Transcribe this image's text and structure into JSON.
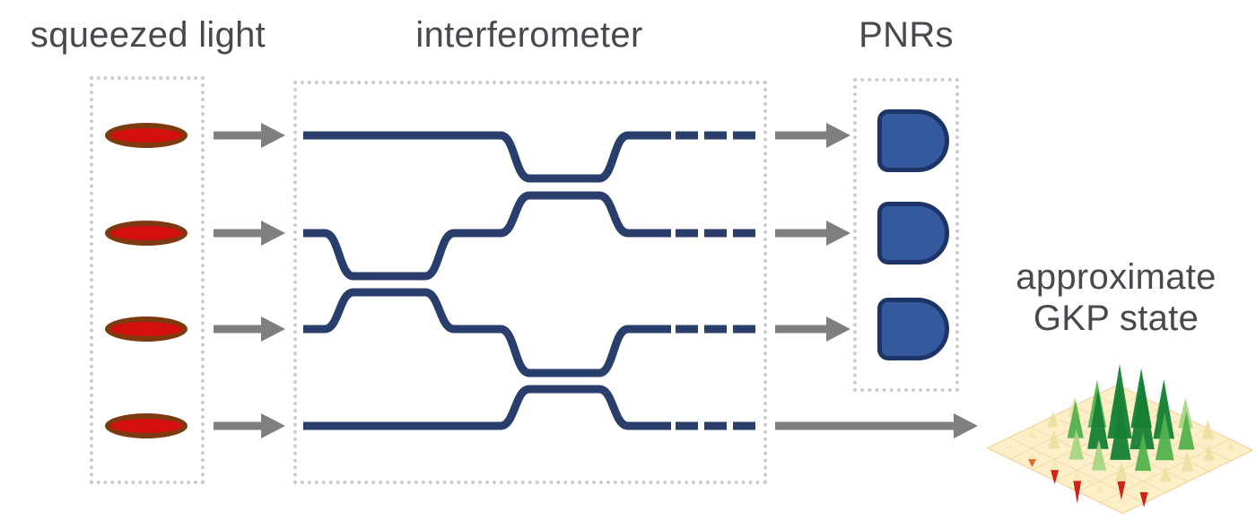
{
  "labels": {
    "squeezed_light": "squeezed light",
    "interferometer": "interferometer",
    "pnrs": "PNRs",
    "gkp_line1": "approximate",
    "gkp_line2": "GKP state"
  },
  "colors": {
    "background": "#ffffff",
    "text": "#48484f",
    "box_border": "#cbcbcb",
    "waveguide": "#2a3e6b",
    "arrow": "#7f7f82",
    "squeezer_fill": "#d40f0f",
    "squeezer_ring": "#7d3a11",
    "detector_fill": "#35599d",
    "detector_border": "#1d3566"
  },
  "structure": {
    "num_squeezed_sources": 4,
    "num_interferometer_modes": 4,
    "num_beamsplitter_couplers": 3,
    "num_pnr_detectors": 3,
    "num_arrows_into_interferometer": 4,
    "num_arrows_to_pnrs": 3,
    "num_arrows_to_output_state": 1
  },
  "gkp_plot": {
    "description": "3D Wigner-function surface of an approximate GKP state: lattice of sharp peaks on a pale-yellow mesh sheet, tall green peaks near the center, small cream peaks outward, red negative spikes hanging below the front of the sheet",
    "sheet_fill": "#fdf0c8",
    "mesh_line": "#f2cd92",
    "peak_colors": {
      "tall": "#157f35",
      "high": "#53b14e",
      "mid": "#a6d584",
      "low": "#ecdfa2",
      "flat": "#f8e7b4"
    },
    "negative_color": "#cf2218",
    "negative_color_small": "#e0662c",
    "grid_coords": [
      -2.5,
      -1.5,
      -0.5,
      0.5,
      1.5,
      2.5
    ],
    "peak_height_max": 88,
    "gaussian_sigma2": 4.5,
    "gaussian_center": {
      "u": 0,
      "v": 0.5
    },
    "negative_spikes": [
      {
        "u": -1.5,
        "v": -2.5,
        "depth": 9
      },
      {
        "u": -0.5,
        "v": -2.5,
        "depth": 16
      },
      {
        "u": 0.5,
        "v": -2.5,
        "depth": 25
      },
      {
        "u": 1.5,
        "v": -1.5,
        "depth": 21
      },
      {
        "u": 2.5,
        "v": -1.5,
        "depth": 17
      }
    ]
  }
}
